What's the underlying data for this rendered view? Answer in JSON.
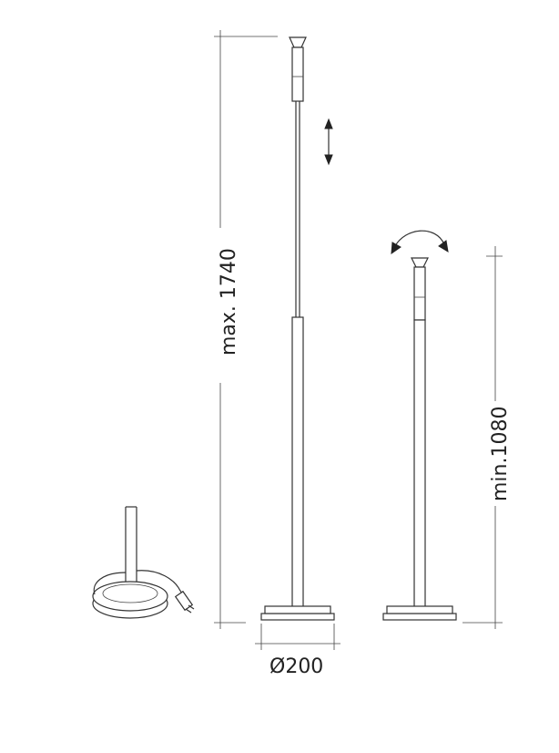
{
  "dimensions": {
    "max_height_label": "max. 1740",
    "min_height_label": "min.1080",
    "base_diameter_label": "Ø200"
  }
}
